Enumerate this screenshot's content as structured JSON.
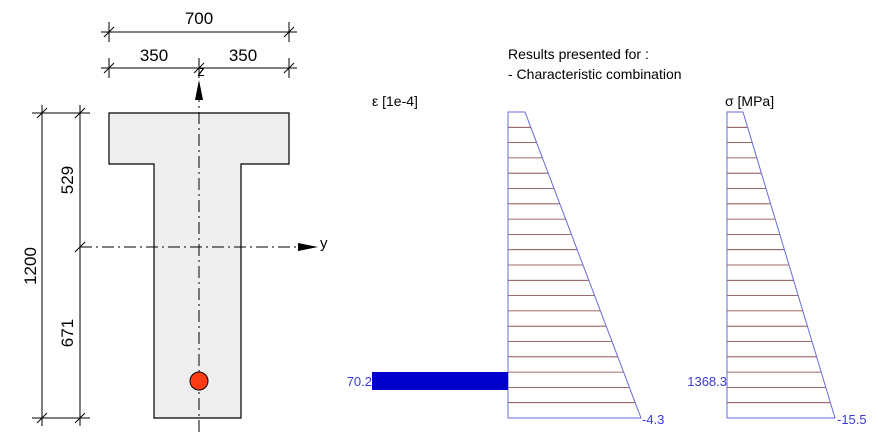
{
  "section": {
    "total_width": "700",
    "half_width_left": "350",
    "half_width_right": "350",
    "total_height": "1200",
    "upper_part": "529",
    "lower_part": "671",
    "axis_y_label": "y",
    "axis_z_label": "z"
  },
  "results": {
    "header_line1": "Results presented for :",
    "header_line2": "- Characteristic combination"
  },
  "strain": {
    "title": "ε [1e-4]",
    "rebar_value": "70.2",
    "bottom_value": "-4.3"
  },
  "stress": {
    "title": "σ [MPa]",
    "rebar_value": "1368.3",
    "bottom_value": "-15.5"
  },
  "colors": {
    "concrete_fill": "#eeeeee",
    "section_outline": "#000000",
    "rebar_fill": "#ff3b14",
    "diagram_line": "#6a6ad8",
    "hatch_line": "#7a3a3a",
    "strain_bar": "#0000cc",
    "value_text": "#3a3adc"
  },
  "icons": {
    "rebar": "rebar-circle-icon",
    "axis_arrow": "arrow-icon"
  }
}
